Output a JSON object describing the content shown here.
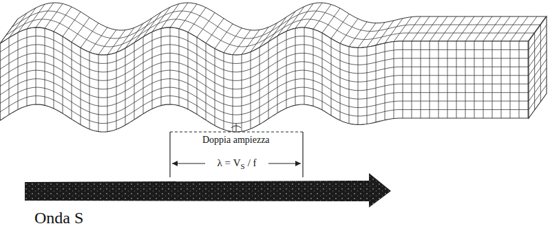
{
  "diagram": {
    "labels": [
      "Doppia ampiezza",
      "λ = V",
      "S",
      "/ f",
      "Onda S"
    ]
  }
}
